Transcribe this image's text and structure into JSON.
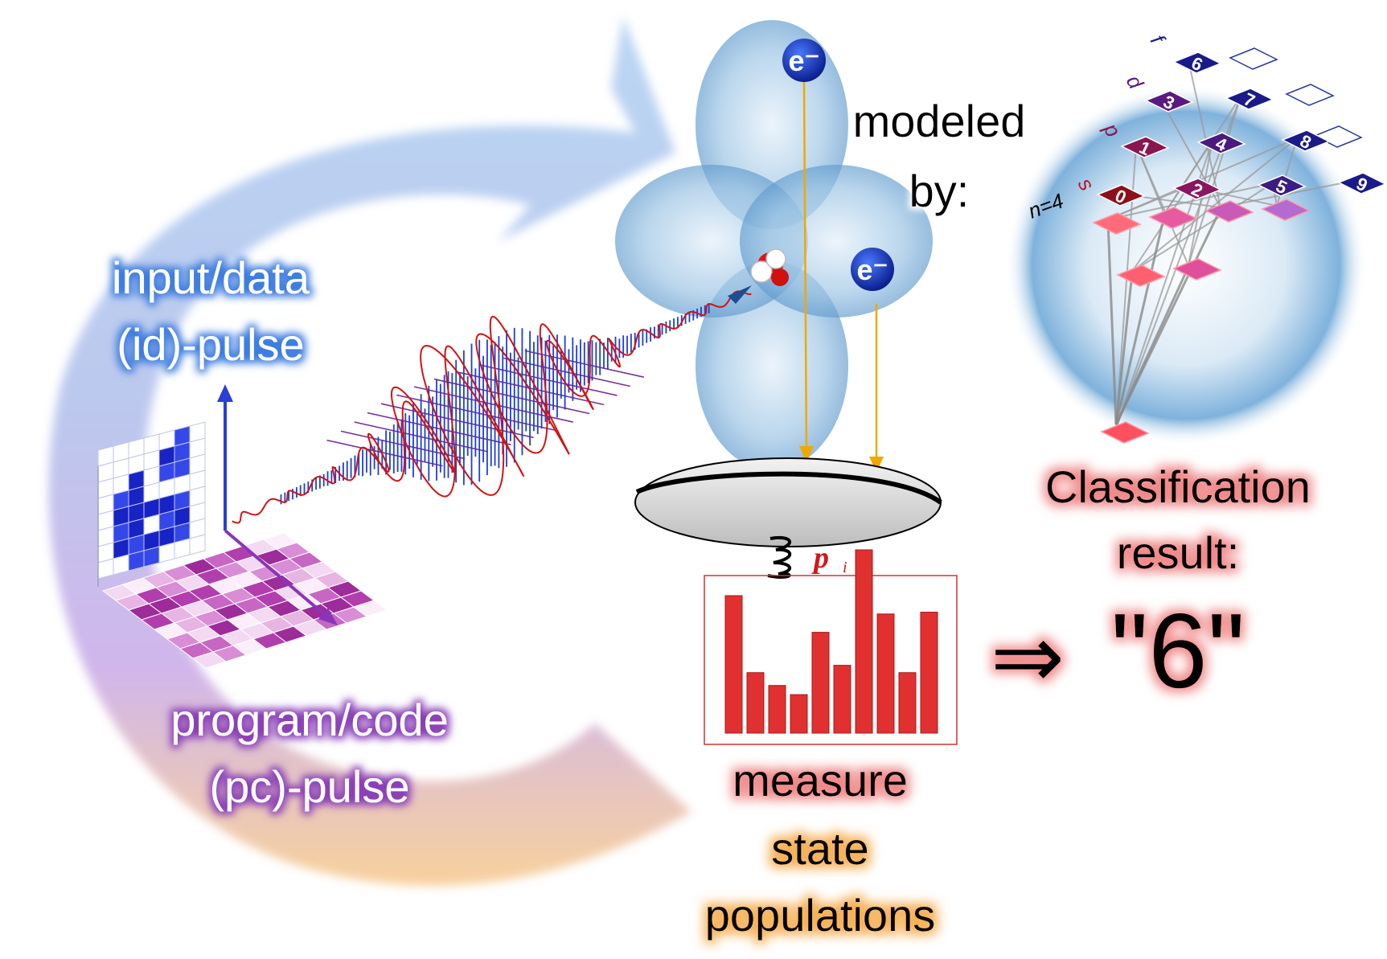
{
  "labels": {
    "input_line1": "input/data",
    "input_line2": "(id)-pulse",
    "program_line1": "program/code",
    "program_line2": "(pc)-pulse",
    "modeled_line1": "modeled",
    "modeled_line2": "by:",
    "classification_line1": "Classification",
    "classification_line2": "result:",
    "result_value": "\"6\"",
    "measure_line1": "measure",
    "measure_line2": "state",
    "measure_line3": "populations",
    "electron": "e⁻",
    "implies": "⇒",
    "pi_symbol": "p",
    "pi_sub": "i"
  },
  "network": {
    "n_label": "n=4",
    "row_letters": [
      "s",
      "p",
      "d",
      "f"
    ],
    "top_nodes": [
      "0",
      "1",
      "2",
      "3",
      "4",
      "5",
      "6",
      "7",
      "8",
      "9"
    ]
  },
  "population_bars": [
    0.75,
    0.33,
    0.26,
    0.21,
    0.55,
    0.37,
    1.0,
    0.65,
    0.33,
    0.66
  ],
  "colors": {
    "arrow_blue": "#9cc3ee",
    "arrow_purple": "#c8a6e6",
    "arrow_orange": "#f8c98a",
    "bar_red": "#e03030",
    "electron_blue": "#1237c9",
    "beam_yellow": "#f0a800",
    "text_glow_blue": "#3d7de0",
    "text_glow_purple": "#8a3fb8",
    "text_glow_red": "#f08080",
    "text_glow_orange": "#f6b25a"
  }
}
